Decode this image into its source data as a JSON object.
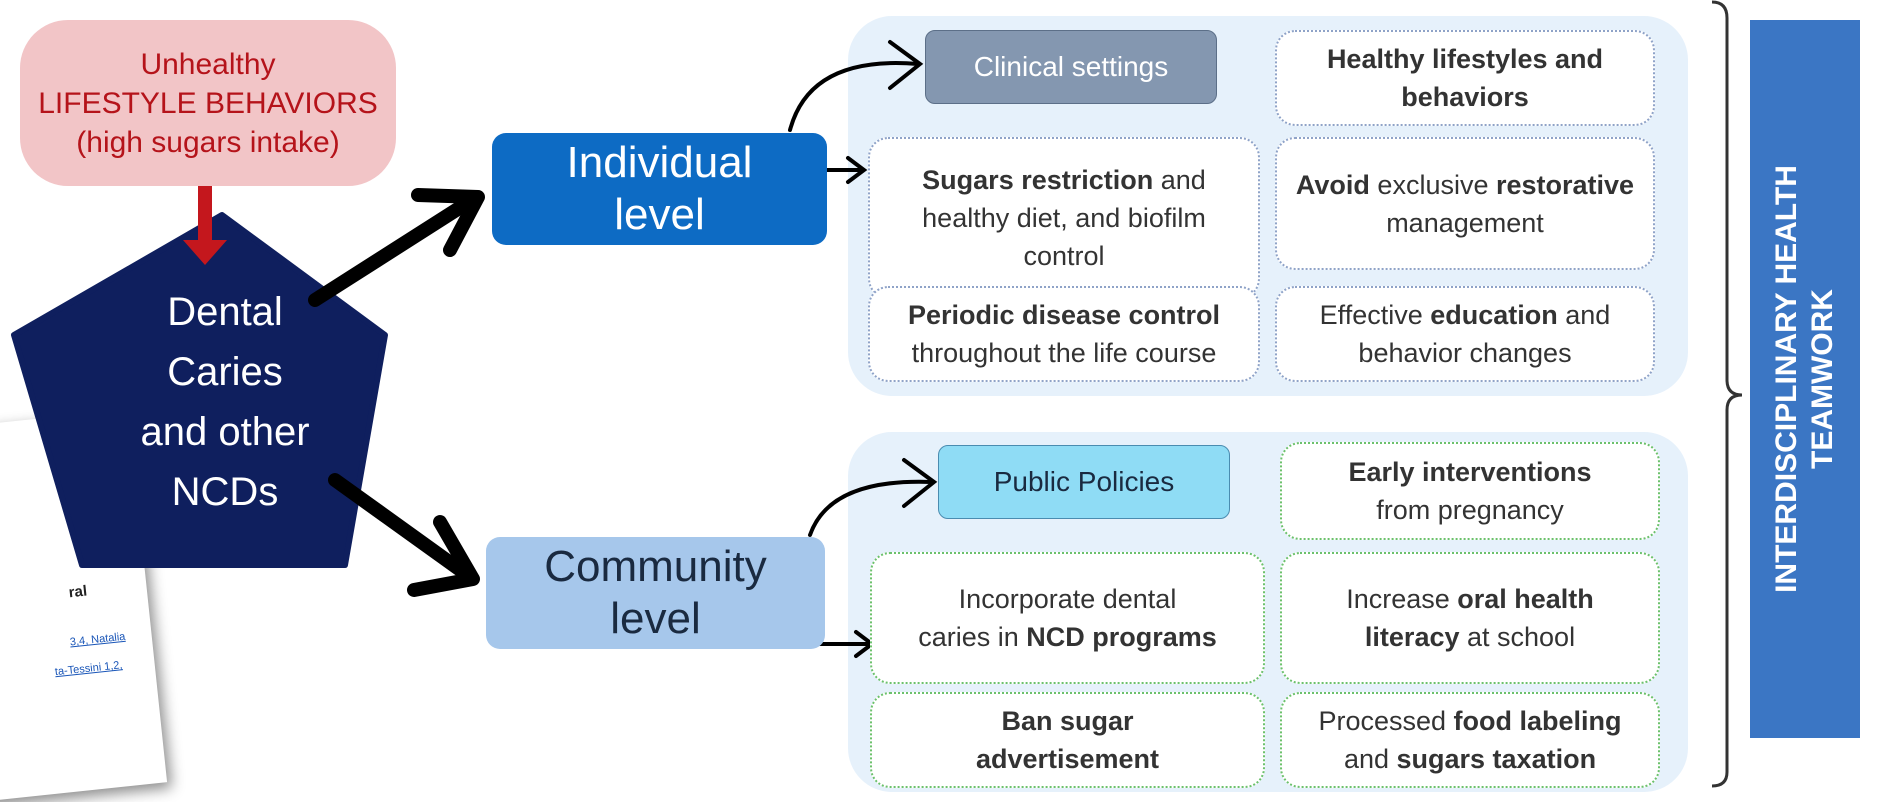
{
  "risk_factor": {
    "line1": "Unhealthy",
    "line2": "LIFESTYLE BEHAVIORS",
    "line3": "(high sugars intake)"
  },
  "disease": {
    "lines": [
      "Dental",
      "Caries",
      "and other",
      "NCDs"
    ]
  },
  "paper_snippet": {
    "title_fragment": "ral",
    "author_fragment_1": "3,4, Natalia",
    "author_fragment_2": "ta-Tessini 1,2,"
  },
  "individual": {
    "label_line1": "Individual",
    "label_line2": "level",
    "tag": "Clinical settings",
    "boxes": [
      {
        "parts": [
          {
            "t": "Healthy lifestyles and",
            "b": true
          },
          {
            "t": "behaviors",
            "b": true
          }
        ]
      },
      {
        "parts": [
          {
            "t": "Sugars restriction",
            "b": true
          },
          {
            "t": " and",
            "b": false
          },
          {
            "t": "healthy diet, and biofilm",
            "b": false
          },
          {
            "t": "control",
            "b": false
          }
        ]
      },
      {
        "parts": [
          {
            "t": "Avoid",
            "b": true
          },
          {
            "t": " exclusive ",
            "b": false
          },
          {
            "t": "restorative",
            "b": true
          },
          {
            "t": "management",
            "b": false
          }
        ]
      },
      {
        "parts": [
          {
            "t": "Periodic disease control",
            "b": true
          },
          {
            "t": "throughout the life course",
            "b": false
          }
        ]
      },
      {
        "parts": [
          {
            "t": "Effective ",
            "b": false
          },
          {
            "t": "education",
            "b": true
          },
          {
            "t": " and",
            "b": false
          },
          {
            "t": "behavior changes",
            "b": false
          }
        ]
      }
    ]
  },
  "community": {
    "label_line1": "Community",
    "label_line2": "level",
    "tag": "Public Policies",
    "boxes": [
      {
        "parts": [
          {
            "t": "Early interventions",
            "b": true
          },
          {
            "t": "from pregnancy",
            "b": false
          }
        ]
      },
      {
        "parts": [
          {
            "t": "Incorporate dental",
            "b": false
          },
          {
            "t": "caries in ",
            "b": false
          },
          {
            "t": "NCD programs",
            "b": true
          }
        ]
      },
      {
        "parts": [
          {
            "t": "Increase ",
            "b": false
          },
          {
            "t": "oral health",
            "b": true
          },
          {
            "t": "literacy",
            "b": true
          },
          {
            "t": " at school",
            "b": false
          }
        ]
      },
      {
        "parts": [
          {
            "t": "Ban sugar",
            "b": true
          },
          {
            "t": "advertisement",
            "b": true
          }
        ]
      },
      {
        "parts": [
          {
            "t": "Processed ",
            "b": false
          },
          {
            "t": "food labeling",
            "b": true
          },
          {
            "t": "and ",
            "b": false
          },
          {
            "t": "sugars taxation",
            "b": true
          }
        ]
      }
    ]
  },
  "teamwork": {
    "line1": "INTERDISCIPLINARY HEALTH",
    "line2": "TEAMWORK"
  },
  "colors": {
    "risk_fill": "#f2c5c7",
    "risk_text": "#b5131a",
    "disease_fill": "#0f1f5e",
    "individual_fill": "#0d6bc4",
    "community_fill": "#a6c7eb",
    "panel_fill": "#e6f1fb",
    "teamwork_fill": "#3b76c4",
    "clinical_tag_fill": "#8497b0",
    "policy_tag_fill": "#8fdcf5"
  }
}
